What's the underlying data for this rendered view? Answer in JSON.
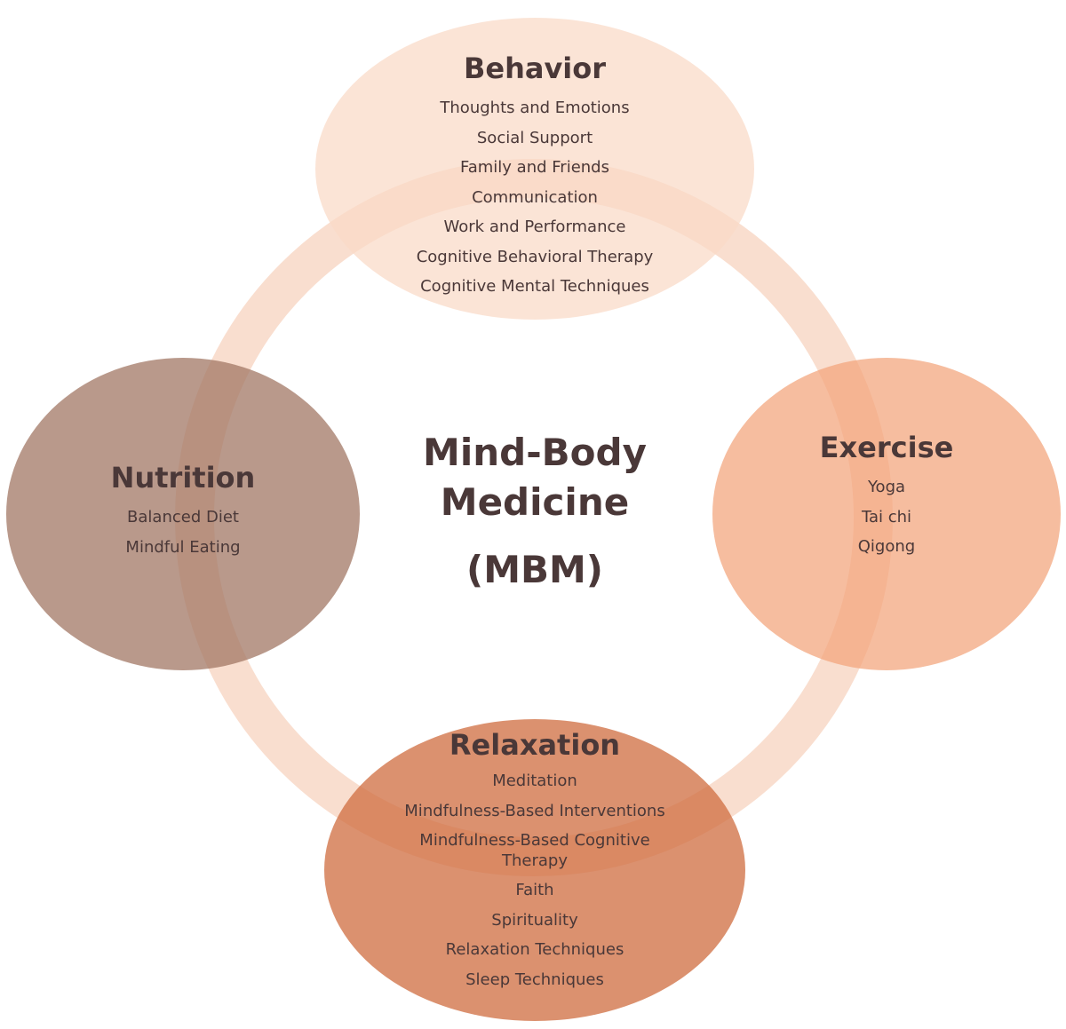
{
  "center": {
    "line1": "Mind-Body",
    "line2": "Medicine",
    "abbr": "(MBM)"
  },
  "colors": {
    "ring": "#f7d3bf",
    "behavior": "#f9d9c6",
    "nutrition": "#a17662",
    "exercise": "#f3a47a",
    "relaxation": "#cf6c3f",
    "text": "#4a3838"
  },
  "behavior": {
    "title": "Behavior",
    "items": [
      "Thoughts and Emotions",
      "Social Support",
      "Family and Friends",
      "Communication",
      "Work and Performance",
      "Cognitive Behavioral Therapy",
      "Cognitive Mental Techniques"
    ]
  },
  "nutrition": {
    "title": "Nutrition",
    "items": [
      "Balanced Diet",
      "Mindful Eating"
    ]
  },
  "exercise": {
    "title": "Exercise",
    "items": [
      "Yoga",
      "Tai chi",
      "Qigong"
    ]
  },
  "relaxation": {
    "title": "Relaxation",
    "items": [
      "Meditation",
      "Mindfulness-Based Interventions",
      "Mindfulness-Based Cognitive Therapy",
      "Faith",
      "Spirituality",
      "Relaxation Techniques",
      "Sleep Techniques"
    ]
  }
}
